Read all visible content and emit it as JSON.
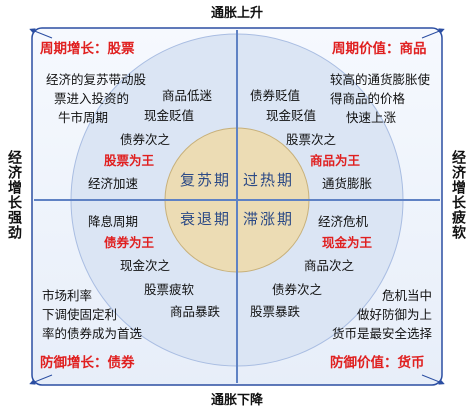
{
  "axes": {
    "top": "通胀上升",
    "bottom": "通胀下降",
    "left": "经济增长强劲",
    "right": "经济增长疲软"
  },
  "center": {
    "top_left": "复苏期",
    "top_right": "过热期",
    "bottom_left": "衰退期",
    "bottom_right": "滞涨期"
  },
  "quadrants": {
    "top_left": {
      "title": "周期增长：股票",
      "desc": [
        "经济的复苏带动股",
        "票进入投资的",
        "牛市周期"
      ],
      "ring": [
        "商品低迷",
        "现金贬值",
        "债券次之"
      ],
      "king": "股票为王",
      "phase": "经济加速"
    },
    "top_right": {
      "title": "周期价值：商品",
      "desc": [
        "较高的通货膨胀使",
        "得商品的价格",
        "快速上涨"
      ],
      "ring": [
        "债券贬值",
        "现金贬值",
        "股票次之"
      ],
      "king": "商品为王",
      "phase": "通货膨胀"
    },
    "bottom_left": {
      "title": "防御增长：债券",
      "desc": [
        "市场利率",
        "下调使固定利",
        "率的债券成为首选"
      ],
      "ring": [
        "现金次之",
        "股票疲软",
        "商品暴跌"
      ],
      "king": "债券为王",
      "phase": "降息周期"
    },
    "bottom_right": {
      "title": "防御价值：货币",
      "desc": [
        "危机当中",
        "做好防御为上",
        "货币是最安全选择"
      ],
      "ring": [
        "商品次之",
        "债券次之",
        "股票暴跌"
      ],
      "king": "现金为王",
      "phase": "经济危机"
    }
  },
  "colors": {
    "outer_circle": "#dbe5f4",
    "inner_circle": "#ecdcb4",
    "quadrant_lines": "#5f82c4",
    "border": "#2b4ea2",
    "panel": "#eef3fb",
    "accent_red": "#e02020"
  }
}
